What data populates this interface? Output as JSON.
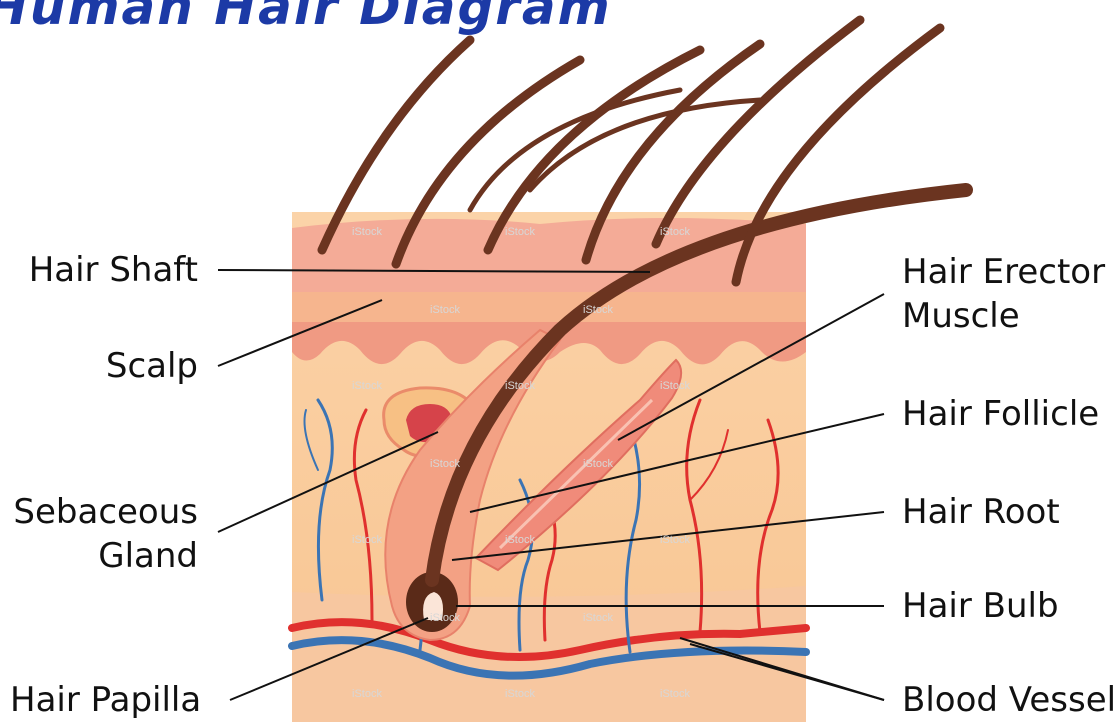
{
  "title": "Human Hair Diagram",
  "watermark": "iStock",
  "labels": {
    "left": [
      "Hair Shaft",
      "Scalp",
      "Sebaceous Gland",
      "Hair Papilla"
    ],
    "right": [
      "Hair Erector Muscle",
      "Hair Follicle",
      "Hair Root",
      "Hair Bulb",
      "Blood Vessel"
    ]
  },
  "colors": {
    "title": "#1c3aa6",
    "hair": "#6b3420",
    "skin_top": "#f4a893",
    "skin_layer": "#f6c3a6",
    "dermis": "#f9cfa3",
    "artery": "#e0302e",
    "vein": "#3b74b4"
  }
}
